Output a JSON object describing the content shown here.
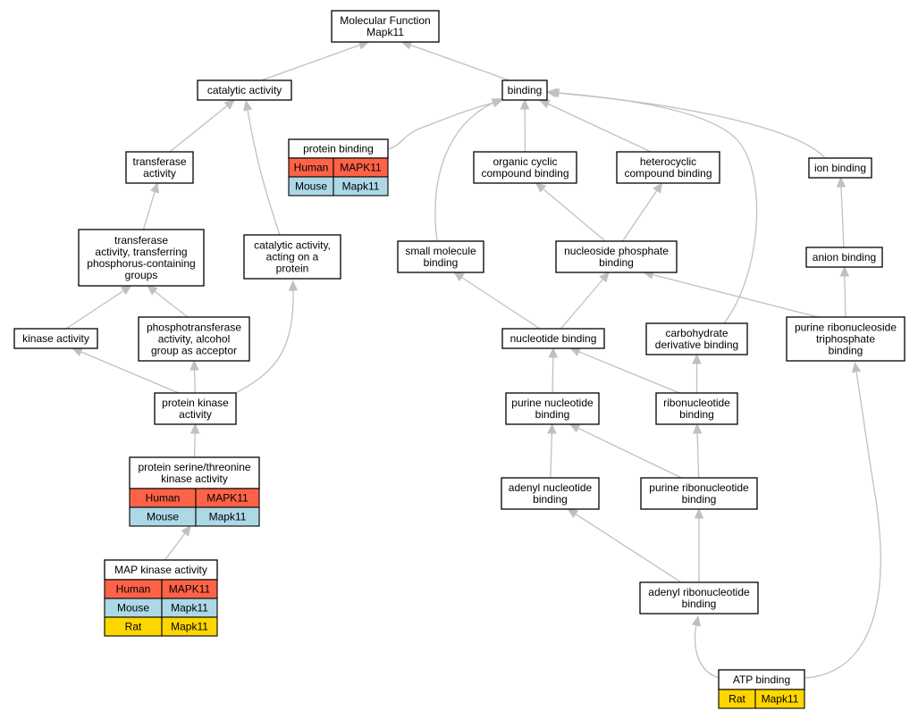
{
  "diagram": {
    "species_colors": {
      "Human": "#ff6347",
      "Mouse": "#add8e6",
      "Rat": "#ffd700"
    },
    "nodes": {
      "mf": {
        "lines": [
          "Molecular Function",
          "Mapk11"
        ]
      },
      "catalytic": {
        "lines": [
          "catalytic activity"
        ]
      },
      "binding": {
        "lines": [
          "binding"
        ]
      },
      "protein_binding": {
        "lines": [
          "protein binding"
        ],
        "orthologs": [
          [
            "Human",
            "MAPK11"
          ],
          [
            "Mouse",
            "Mapk11"
          ]
        ]
      },
      "transferase": {
        "lines": [
          "transferase",
          "activity"
        ]
      },
      "org_cyclic": {
        "lines": [
          "organic cyclic",
          "compound binding"
        ]
      },
      "heterocyclic": {
        "lines": [
          "heterocyclic",
          "compound binding"
        ]
      },
      "ion_binding": {
        "lines": [
          "ion binding"
        ]
      },
      "transferase_p": {
        "lines": [
          "transferase",
          "activity, transferring",
          "phosphorus-containing",
          "groups"
        ]
      },
      "cat_protein": {
        "lines": [
          "catalytic activity,",
          "acting on a",
          "protein"
        ]
      },
      "small_mol": {
        "lines": [
          "small molecule",
          "binding"
        ]
      },
      "nucleoside_phos": {
        "lines": [
          "nucleoside phosphate",
          "binding"
        ]
      },
      "anion_binding": {
        "lines": [
          "anion binding"
        ]
      },
      "kinase": {
        "lines": [
          "kinase activity"
        ]
      },
      "phosphotrans": {
        "lines": [
          "phosphotransferase",
          "activity, alcohol",
          "group as acceptor"
        ]
      },
      "nucleotide": {
        "lines": [
          "nucleotide binding"
        ]
      },
      "carbohydrate": {
        "lines": [
          "carbohydrate",
          "derivative binding"
        ]
      },
      "purine_rnt": {
        "lines": [
          "purine ribonucleoside",
          "triphosphate",
          "binding"
        ]
      },
      "protein_kinase": {
        "lines": [
          "protein kinase",
          "activity"
        ]
      },
      "purine_nt": {
        "lines": [
          "purine nucleotide",
          "binding"
        ]
      },
      "ribonucleotide": {
        "lines": [
          "ribonucleotide",
          "binding"
        ]
      },
      "ser_thr": {
        "lines": [
          "protein serine/threonine",
          "kinase activity"
        ],
        "orthologs": [
          [
            "Human",
            "MAPK11"
          ],
          [
            "Mouse",
            "Mapk11"
          ]
        ]
      },
      "adenyl_nt": {
        "lines": [
          "adenyl nucleotide",
          "binding"
        ]
      },
      "purine_ribont": {
        "lines": [
          "purine ribonucleotide",
          "binding"
        ]
      },
      "map_kinase": {
        "lines": [
          "MAP kinase activity"
        ],
        "orthologs": [
          [
            "Human",
            "MAPK11"
          ],
          [
            "Mouse",
            "Mapk11"
          ],
          [
            "Rat",
            "Mapk11"
          ]
        ]
      },
      "adenyl_ribont": {
        "lines": [
          "adenyl ribonucleotide",
          "binding"
        ]
      },
      "atp": {
        "lines": [
          "ATP binding"
        ],
        "orthologs": [
          [
            "Rat",
            "Mapk11"
          ]
        ]
      }
    },
    "edges": [
      [
        "catalytic",
        "mf"
      ],
      [
        "binding",
        "mf"
      ],
      [
        "transferase",
        "catalytic"
      ],
      [
        "cat_protein",
        "catalytic"
      ],
      [
        "protein_binding",
        "binding"
      ],
      [
        "org_cyclic",
        "binding"
      ],
      [
        "heterocyclic",
        "binding"
      ],
      [
        "ion_binding",
        "binding"
      ],
      [
        "small_mol",
        "binding"
      ],
      [
        "carbohydrate",
        "binding"
      ],
      [
        "transferase_p",
        "transferase"
      ],
      [
        "kinase",
        "transferase_p"
      ],
      [
        "phosphotrans",
        "transferase_p"
      ],
      [
        "nucleoside_phos",
        "org_cyclic"
      ],
      [
        "nucleoside_phos",
        "heterocyclic"
      ],
      [
        "anion_binding",
        "ion_binding"
      ],
      [
        "protein_kinase",
        "kinase"
      ],
      [
        "protein_kinase",
        "phosphotrans"
      ],
      [
        "protein_kinase",
        "cat_protein"
      ],
      [
        "nucleotide",
        "small_mol"
      ],
      [
        "nucleotide",
        "nucleoside_phos"
      ],
      [
        "purine_rnt",
        "nucleoside_phos"
      ],
      [
        "purine_rnt",
        "anion_binding"
      ],
      [
        "ser_thr",
        "protein_kinase"
      ],
      [
        "purine_nt",
        "nucleotide"
      ],
      [
        "ribonucleotide",
        "nucleotide"
      ],
      [
        "ribonucleotide",
        "carbohydrate"
      ],
      [
        "adenyl_nt",
        "purine_nt"
      ],
      [
        "purine_ribont",
        "purine_nt"
      ],
      [
        "purine_ribont",
        "ribonucleotide"
      ],
      [
        "map_kinase",
        "ser_thr"
      ],
      [
        "adenyl_ribont",
        "adenyl_nt"
      ],
      [
        "adenyl_ribont",
        "purine_ribont"
      ],
      [
        "atp",
        "adenyl_ribont"
      ],
      [
        "atp",
        "purine_rnt"
      ]
    ]
  }
}
